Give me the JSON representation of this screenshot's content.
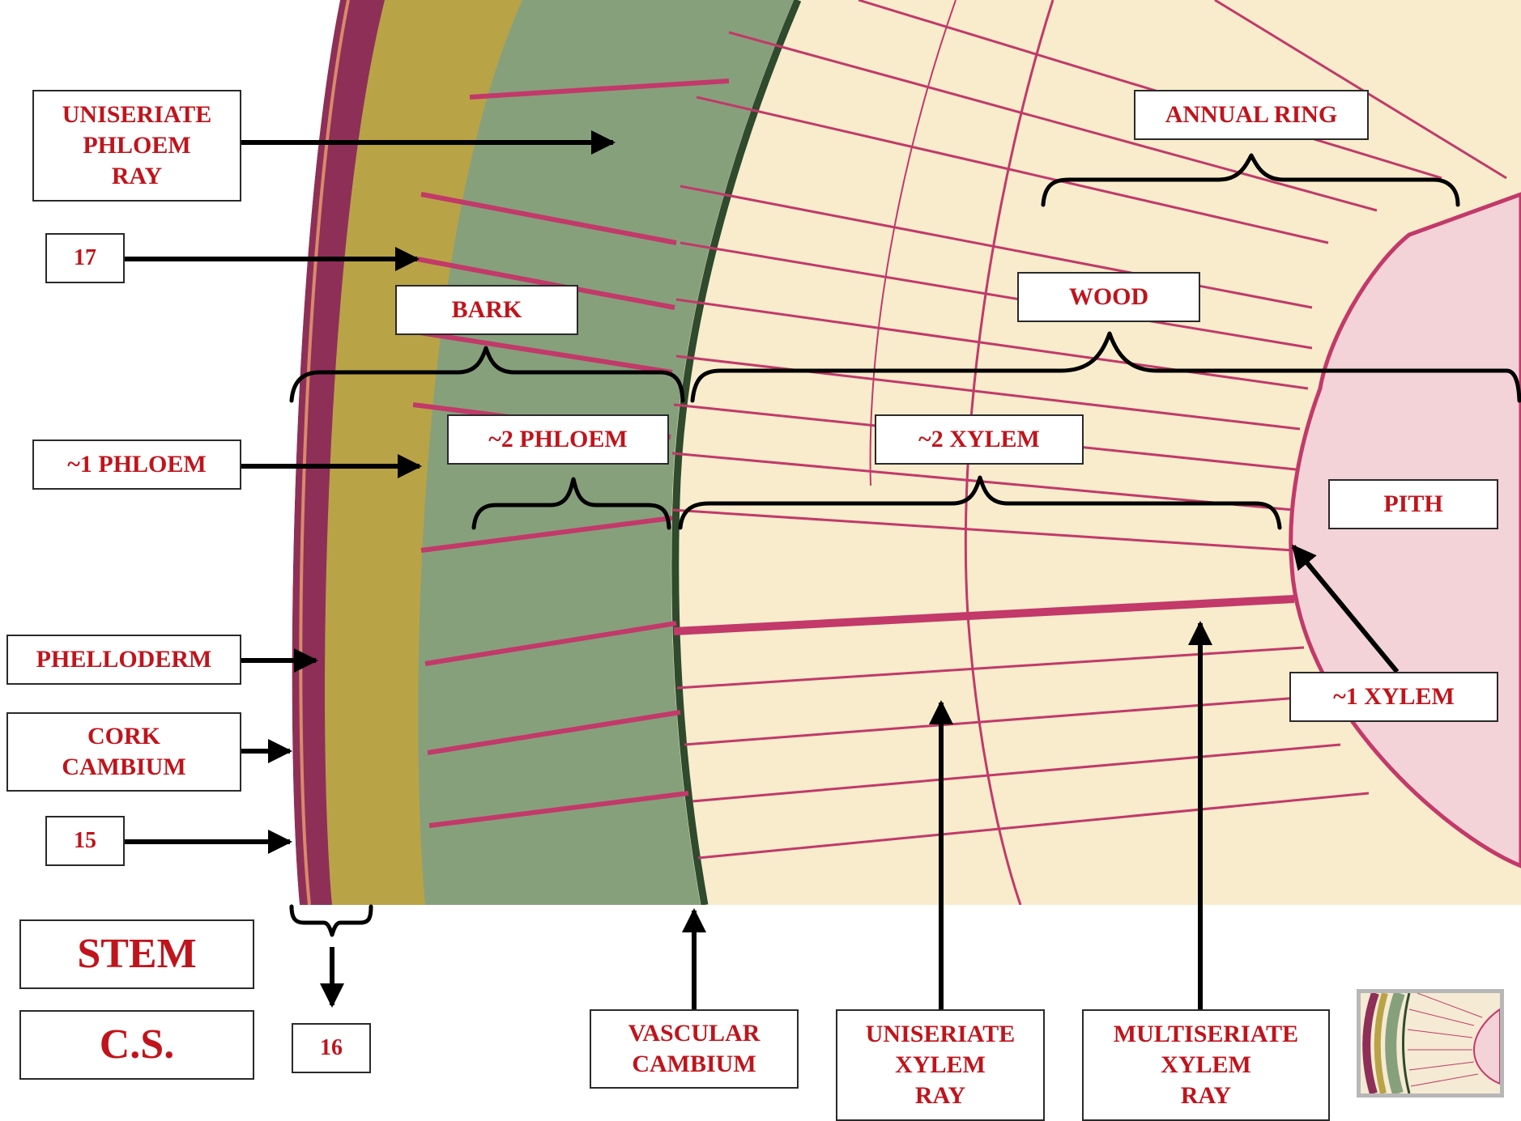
{
  "labels": {
    "uniseriate_phloem_ray": "UNISERIATE\nPHLOEM\nRAY",
    "n17": "17",
    "bark": "BARK",
    "primary_phloem": "~1 PHLOEM",
    "secondary_phloem": "~2 PHLOEM",
    "phelloderm": "PHELLODERM",
    "cork_cambium": "CORK\nCAMBIUM",
    "n15": "15",
    "stem": "STEM",
    "cs": "C.S.",
    "n16": "16",
    "vascular_cambium": "VASCULAR\nCAMBIUM",
    "uniseriate_xylem_ray": "UNISERIATE\nXYLEM\nRAY",
    "multiseriate_xylem_ray": "MULTISERIATE\nXYLEM\nRAY",
    "annual_ring": "ANNUAL RING",
    "wood": "WOOD",
    "secondary_xylem": "~2 XYLEM",
    "pith": "PITH",
    "primary_xylem": "~1 XYLEM"
  },
  "colors": {
    "label_text": "#c0141c",
    "arrow": "#000000",
    "ray": "#c2396a",
    "wood_background": "#f8eccc",
    "periderm": "#8e2f58",
    "cortex": "#b9a347",
    "phloem_green": "#6f9c78"
  },
  "thumbnail": {
    "icon": "stem-cross-section-thumbnail"
  }
}
